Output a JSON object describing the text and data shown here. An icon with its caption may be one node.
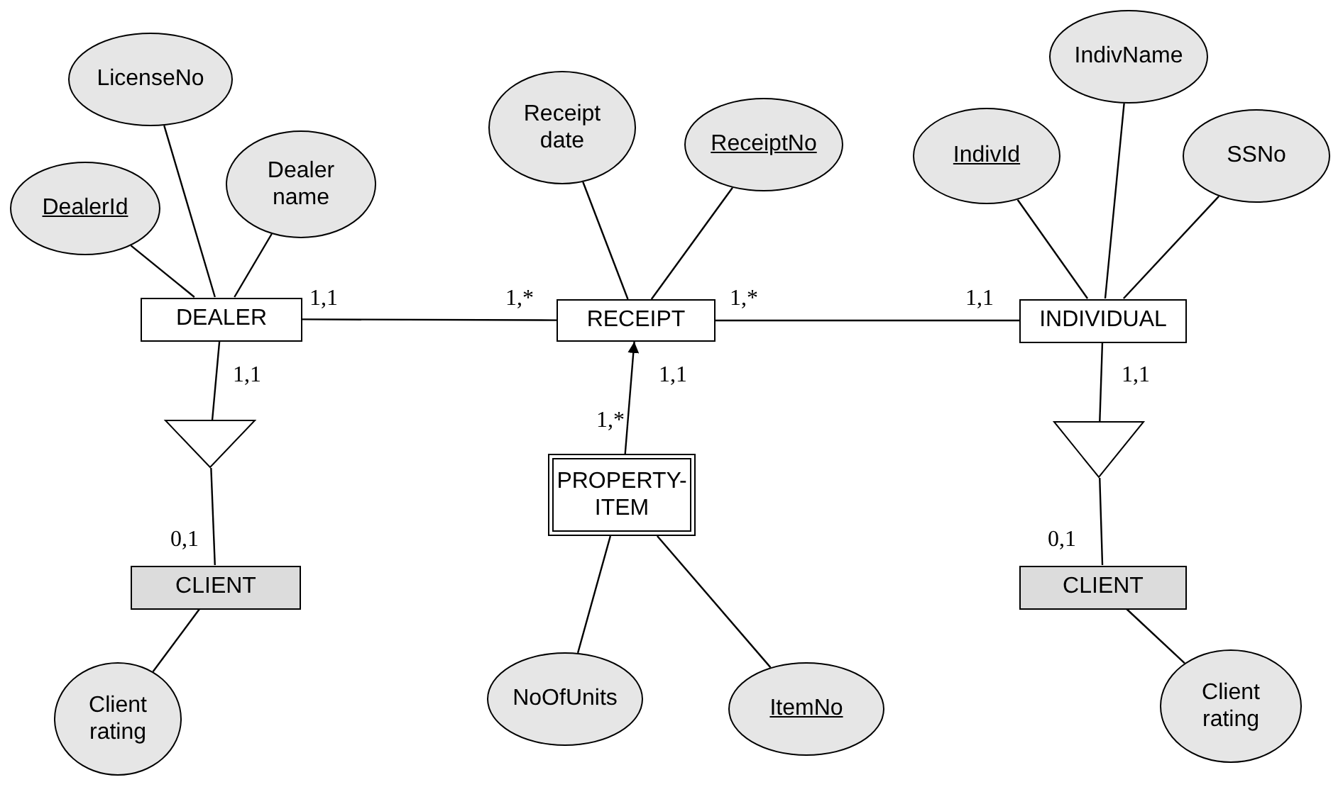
{
  "diagram": {
    "nodes": [
      {
        "text": [
          "DEALER"
        ]
      },
      {
        "text": [
          "RECEIPT"
        ]
      },
      {
        "text": [
          "INDIVIDUAL"
        ]
      },
      {
        "text": [
          "PROPERTY-ITEM"
        ]
      },
      {
        "text": [
          "CLIENT"
        ]
      },
      {
        "text": [
          "CLIENT"
        ]
      },
      {
        "text": [
          "DealerId"
        ]
      },
      {
        "text": [
          "LicenseNo"
        ]
      },
      {
        "text": [
          "Dealer name"
        ]
      },
      {
        "text": [
          "Receipt date"
        ]
      },
      {
        "text": [
          "ReceiptNo"
        ]
      },
      {
        "text": [
          "IndivId"
        ]
      },
      {
        "text": [
          "IndivName"
        ]
      },
      {
        "text": [
          "SSNo"
        ]
      },
      {
        "text": [],
        "shape": "triangle"
      },
      {
        "text": [],
        "shape": "triangle"
      },
      {
        "text": [
          "Client rating"
        ]
      },
      {
        "text": [
          "NoOfUnits"
        ]
      },
      {
        "text": [
          "ItemNo"
        ]
      },
      {
        "text": [
          "Client rating"
        ]
      }
    ],
    "edges": [
      {
        "from": 0,
        "to": 1,
        "arrow": "none"
      },
      {
        "from": 1,
        "to": 2,
        "arrow": "none"
      },
      {
        "from": 3,
        "to": 1,
        "arrow": "to"
      },
      {
        "from": 0,
        "to": 14,
        "arrow": "none"
      },
      {
        "from": 14,
        "to": 4,
        "arrow": "none"
      },
      {
        "from": 2,
        "to": 15,
        "arrow": "none"
      },
      {
        "from": 15,
        "to": 5,
        "arrow": "none"
      },
      {
        "from": 6,
        "to": 0,
        "arrow": "none"
      },
      {
        "from": 7,
        "to": 0,
        "arrow": "none"
      },
      {
        "from": 8,
        "to": 0,
        "arrow": "none"
      },
      {
        "from": 9,
        "to": 1,
        "arrow": "none"
      },
      {
        "from": 10,
        "to": 1,
        "arrow": "none"
      },
      {
        "from": 11,
        "to": 2,
        "arrow": "none"
      },
      {
        "from": 12,
        "to": 2,
        "arrow": "none"
      },
      {
        "from": 13,
        "to": 2,
        "arrow": "none"
      },
      {
        "from": 4,
        "to": 16,
        "arrow": "none"
      },
      {
        "from": 3,
        "to": 17,
        "arrow": "none"
      },
      {
        "from": 3,
        "to": 18,
        "arrow": "none"
      },
      {
        "from": 5,
        "to": 19,
        "arrow": "none"
      }
    ],
    "labels": [
      "1,1",
      "1,*",
      "1,*",
      "1,1",
      "1,1",
      "1,1",
      "1,*",
      "1,1",
      "0,1",
      "0,1"
    ]
  }
}
